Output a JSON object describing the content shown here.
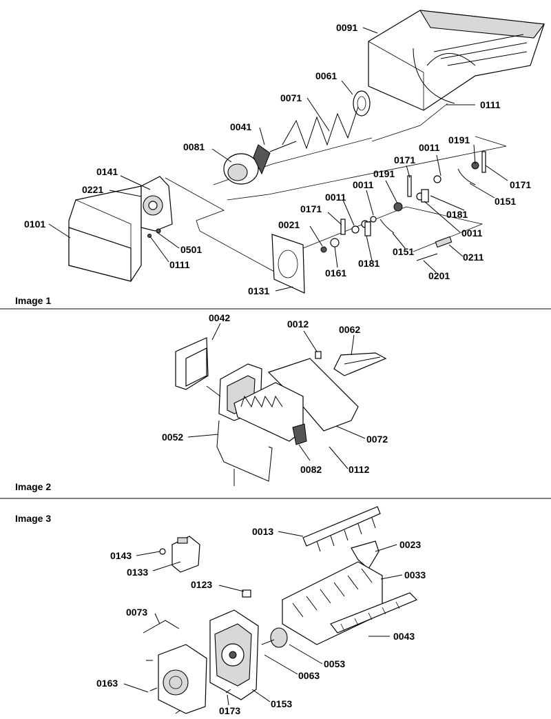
{
  "sections": [
    {
      "title": "Image 1",
      "labels": [
        "0091",
        "0061",
        "0111",
        "0071",
        "0041",
        "0081",
        "0011",
        "0191",
        "0171",
        "0191",
        "0171",
        "0011",
        "0141",
        "0221",
        "0011",
        "0181",
        "0151",
        "0101",
        "0021",
        "0171",
        "0501",
        "0111",
        "0161",
        "0181",
        "0151",
        "0011",
        "0211",
        "0201",
        "0131"
      ]
    },
    {
      "title": "Image 2",
      "labels": [
        "0042",
        "0012",
        "0062",
        "0052",
        "0072",
        "0082",
        "0112"
      ]
    },
    {
      "title": "Image 3",
      "labels": [
        "0013",
        "0023",
        "0143",
        "0133",
        "0123",
        "0033",
        "0073",
        "0043",
        "0053",
        "0063",
        "0163",
        "0173",
        "0153"
      ]
    }
  ]
}
